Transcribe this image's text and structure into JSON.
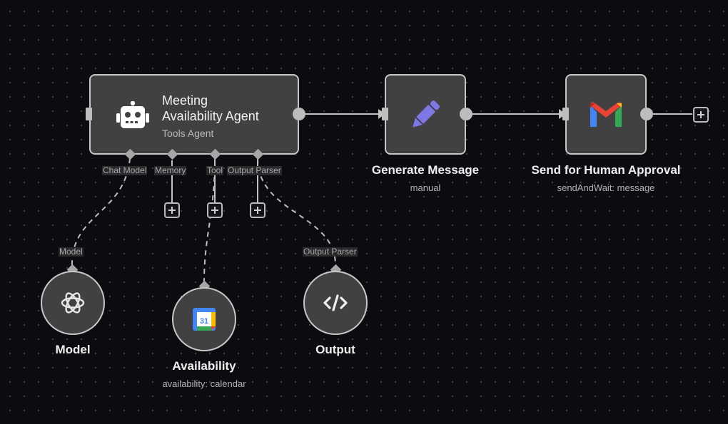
{
  "nodes": {
    "agent": {
      "title": "Meeting\nAvailability Agent",
      "subtitle": "Tools Agent",
      "icon": "robot-icon"
    },
    "generate": {
      "title": "Generate Message",
      "subtitle": "manual",
      "icon": "pencil-icon"
    },
    "send": {
      "title": "Send for Human Approval",
      "subtitle": "sendAndWait: message",
      "icon": "gmail-icon"
    },
    "model": {
      "title": "Model",
      "icon": "openai-icon"
    },
    "availability": {
      "title": "Availability",
      "subtitle": "availability: calendar",
      "icon": "google-calendar-icon",
      "calendar_day": "31"
    },
    "output": {
      "title": "Output",
      "icon": "code-icon"
    }
  },
  "agent_ports": {
    "chat_model": "Chat Model",
    "memory": "Memory",
    "tool": "Tool",
    "output_parser": "Output Parser"
  },
  "sub_ports": {
    "model": "Model",
    "output_parser": "Output Parser"
  },
  "colors": {
    "canvas": "#0c0b10",
    "node": "#414141",
    "node_border": "#c7c7c7",
    "pencil": "#7d78e6",
    "gmail_red": "#ea4335",
    "gmail_blue": "#4285f4",
    "gmail_green": "#34a853",
    "gmail_yellow": "#fbbc04"
  }
}
